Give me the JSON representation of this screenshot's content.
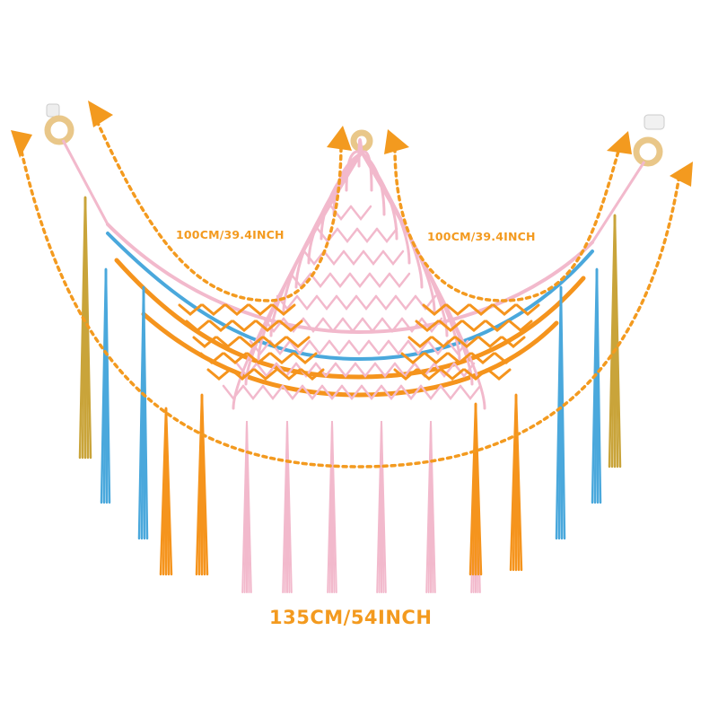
{
  "product": {
    "name": "macrame net hammock",
    "colors": {
      "pink": "#f2b9cc",
      "orange": "#f5941d",
      "blue": "#4aa8dc",
      "mustard": "#c9a43a",
      "wood": "#e9c789",
      "arrow": "#f39a1f"
    }
  },
  "dimensions": {
    "left_span": "100CM/39.4INCH",
    "right_span": "100CM/39.4INCH",
    "bottom_span": "135CM/54INCH"
  },
  "icons": [
    "hook-icon",
    "wooden-ring-icon",
    "arrowhead-icon"
  ]
}
